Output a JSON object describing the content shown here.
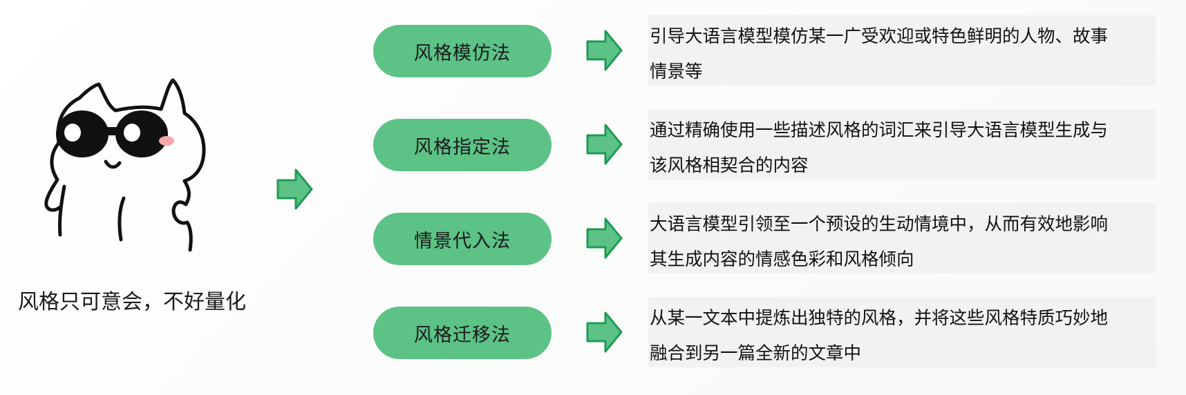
{
  "caption": "风格只可意会，不好量化",
  "colors": {
    "pill": "#5cc286",
    "arrow_fill": "#5cc286",
    "arrow_stroke": "#1f9a55",
    "desc_bg": "#f2f2f2"
  },
  "methods": [
    {
      "label": "风格模仿法",
      "desc_lines": [
        "引导大语言模型模仿某一广受欢迎或特色鲜明的人物、故事",
        "情景等"
      ]
    },
    {
      "label": "风格指定法",
      "desc_lines": [
        "通过精确使用一些描述风格的词汇来引导大语言模型生成与",
        "该风格相契合的内容"
      ]
    },
    {
      "label": "情景代入法",
      "desc_lines": [
        "大语言模型引领至一个预设的生动情境中，从而有效地影响",
        "其生成内容的情感色彩和风格倾向"
      ]
    },
    {
      "label": "风格迁移法",
      "desc_lines": [
        "从某一文本中提炼出独特的风格，并将这些风格特质巧妙地",
        "融合到另一篇全新的文章中"
      ]
    }
  ]
}
